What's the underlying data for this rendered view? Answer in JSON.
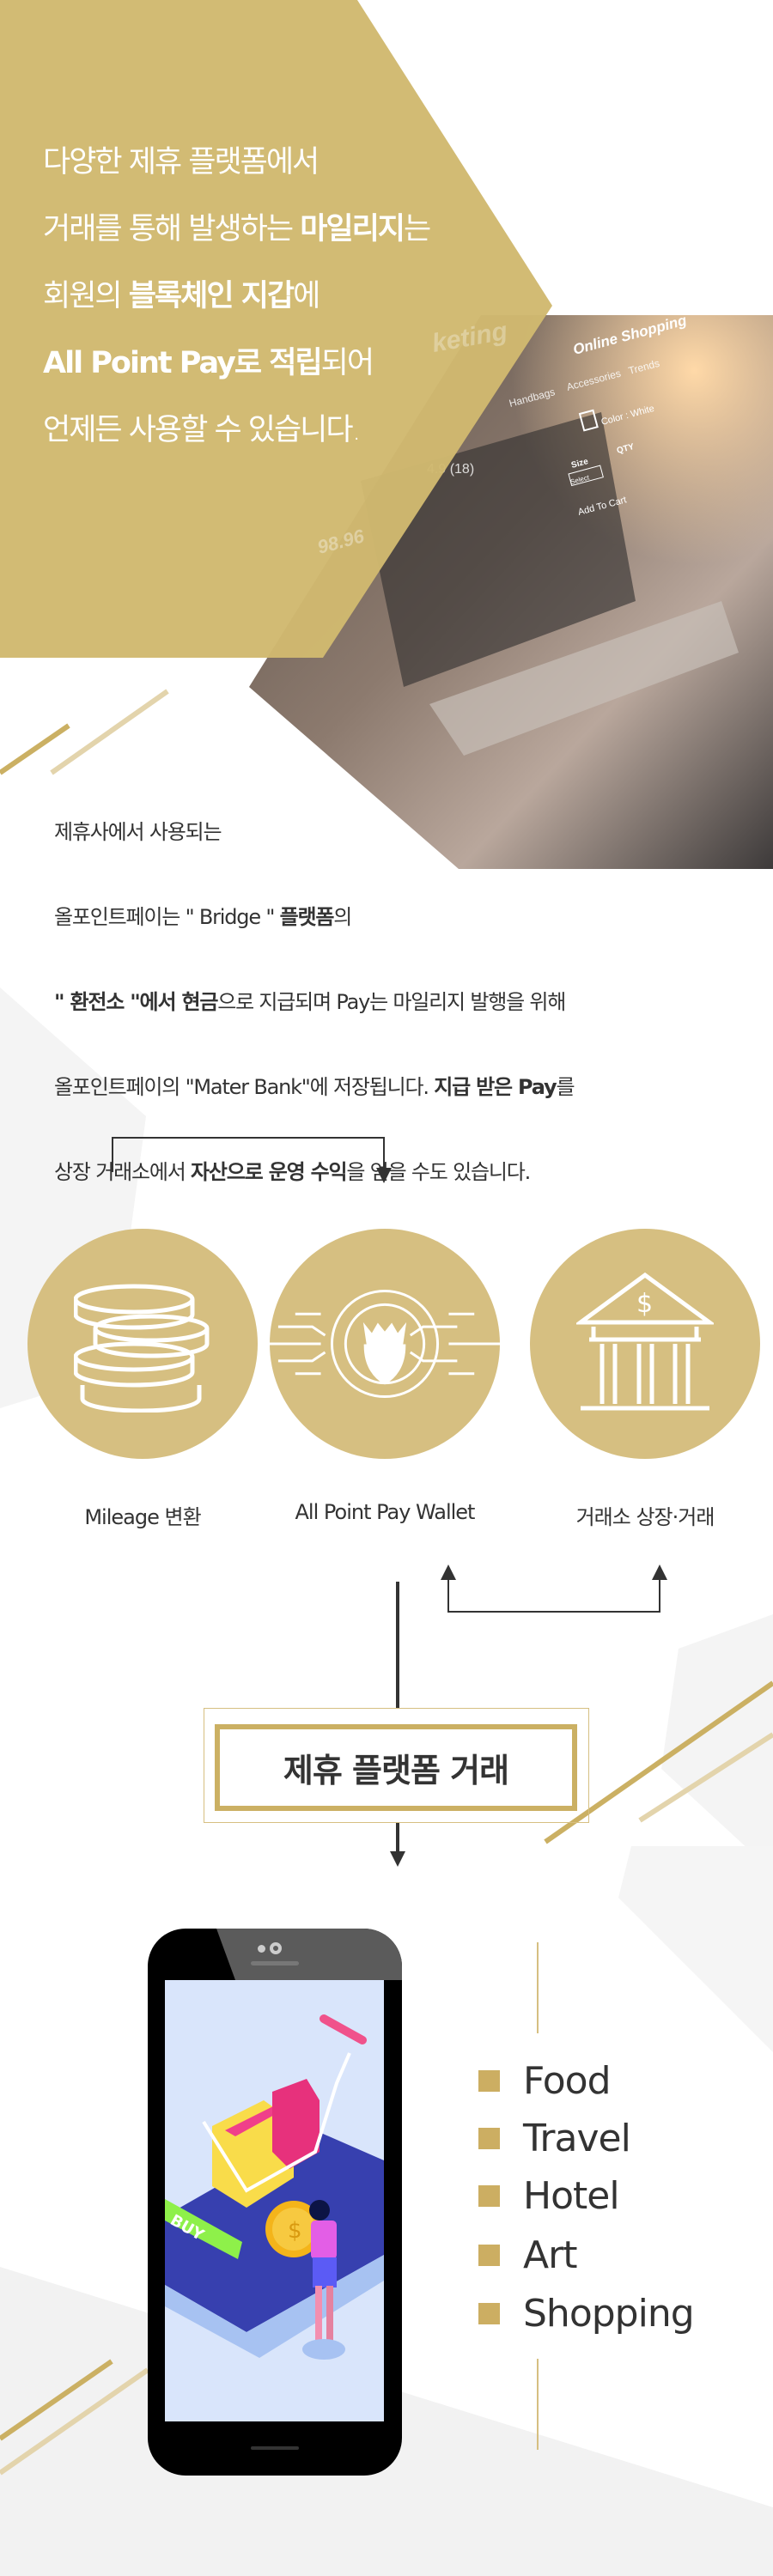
{
  "hero": {
    "lines": [
      [
        {
          "t": "다양한 제휴 플랫폼에서",
          "b": false
        }
      ],
      [
        {
          "t": "거래를 통해 발생하는 ",
          "b": false
        },
        {
          "t": "마일리지",
          "b": true
        },
        {
          "t": "는",
          "b": false
        }
      ],
      [
        {
          "t": "회원의 ",
          "b": false
        },
        {
          "t": "블록체인 지갑",
          "b": true
        },
        {
          "t": "에",
          "b": false
        }
      ],
      [
        {
          "t": "All Point Pay로 적립",
          "b": true
        },
        {
          "t": "되어",
          "b": false
        }
      ],
      [
        {
          "t": "언제든 사용할 수 있습니다.",
          "b": false
        }
      ]
    ],
    "photo_text": [
      "Online Shopping",
      "Handbags",
      "Accessories",
      "Trends",
      "Color : White",
      "Size",
      "QTY",
      "Select",
      "Add To Cart",
      "4.9 (18)",
      "98.96",
      "keting"
    ]
  },
  "description": {
    "lines": [
      [
        {
          "t": "제휴사에서 사용되는",
          "b": false
        }
      ],
      [
        {
          "t": "올포인트페이는 \" ",
          "b": false
        },
        {
          "t": "Bridge",
          "b": false
        },
        {
          "t": " \" ",
          "b": false
        },
        {
          "t": "플랫폼",
          "b": true
        },
        {
          "t": "의",
          "b": false
        }
      ],
      [
        {
          "t": "\" 환전소 \"에서 현금",
          "b": true
        },
        {
          "t": "으로 지급되며 Pay는 마일리지 발행을 위해",
          "b": false
        }
      ],
      [
        {
          "t": "올포인트페이의 \"Mater Bank\"에 저장됩니다. ",
          "b": false
        },
        {
          "t": "지급 받은 Pay",
          "b": true
        },
        {
          "t": "를",
          "b": false
        }
      ],
      [
        {
          "t": "상장 거래소에서 ",
          "b": false
        },
        {
          "t": "자산으로 운영 수익",
          "b": true
        },
        {
          "t": "을 얻을 수도 있습니다.",
          "b": false
        }
      ]
    ]
  },
  "flow": {
    "nodes": [
      {
        "label": "Mileage 변환",
        "icon": "coins-stack-icon"
      },
      {
        "label": "All Point Pay Wallet",
        "icon": "lion-emblem-icon"
      },
      {
        "label": "거래소 상장·거래",
        "icon": "bank-icon"
      }
    ],
    "platform_box": "제휴 플랫폼 거래"
  },
  "phone": {
    "buy_label": "BUY"
  },
  "categories": [
    "Food",
    "Travel",
    "Hotel",
    "Art",
    "Shopping"
  ],
  "colors": {
    "gold": "#d1b96f",
    "circle": "#d6bf81",
    "bullet": "#ccae62",
    "text": "#333333"
  }
}
